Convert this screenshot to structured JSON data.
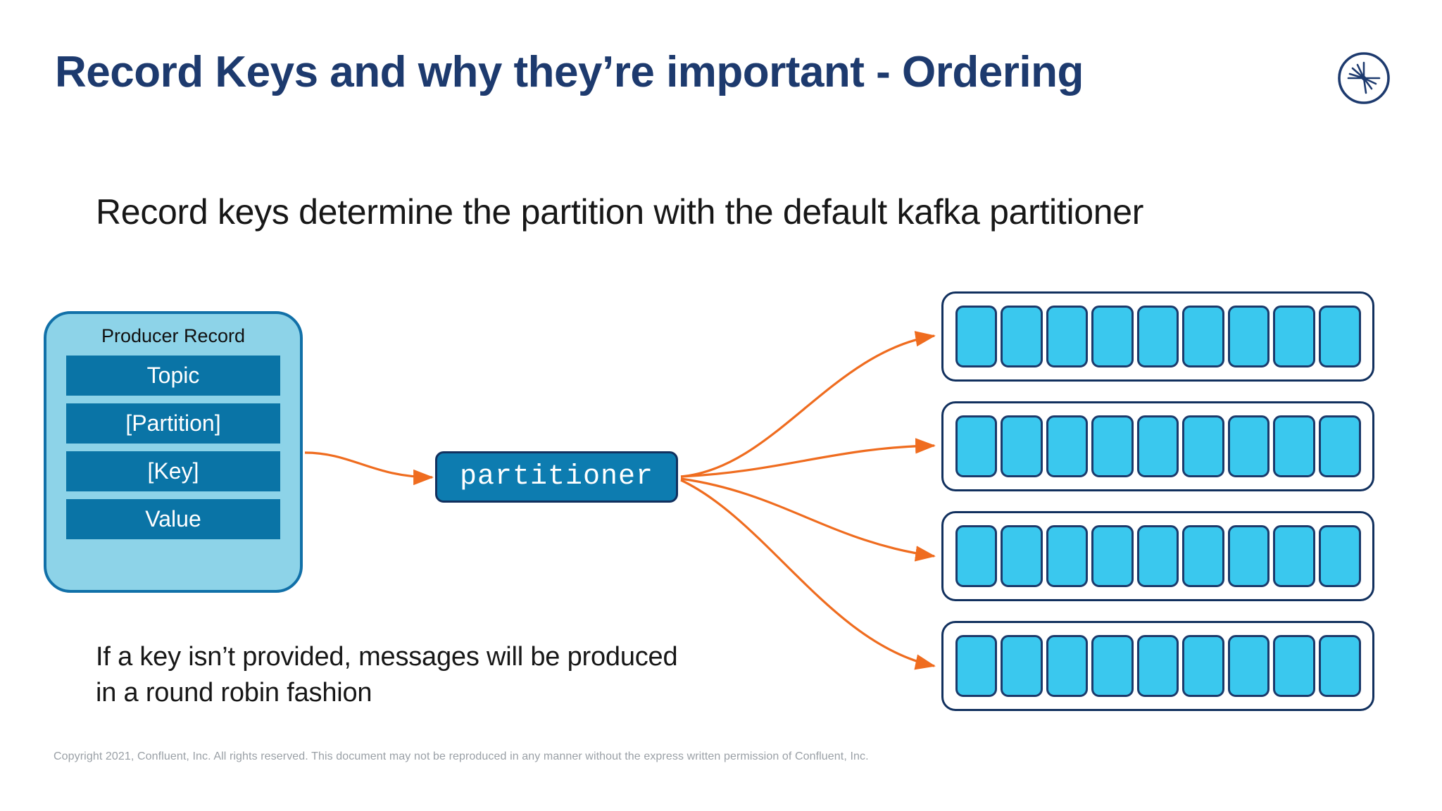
{
  "slide": {
    "title": "Record Keys and why they’re important - Ordering",
    "lead_paragraph": "Record keys determine the partition with the default kafka partitioner",
    "note_paragraph": "If a key isn’t provided, messages will be produced in a round robin fashion",
    "footer": "Copyright 2021, Confluent, Inc. All rights reserved. This document may not be reproduced in any manner without the express written permission of Confluent, Inc.",
    "logo_name": "confluent-logo"
  },
  "diagram": {
    "producer_record": {
      "title": "Producer Record",
      "fields": [
        {
          "label": "Topic"
        },
        {
          "label": "[Partition]"
        },
        {
          "label": "[Key]"
        },
        {
          "label": "Value"
        }
      ]
    },
    "partitioner": {
      "label": "partitioner"
    },
    "partitions": {
      "row_count": 4,
      "cells_per_row": 9,
      "rows": [
        {
          "index": 0,
          "cells": 9
        },
        {
          "index": 1,
          "cells": 9
        },
        {
          "index": 2,
          "cells": 9
        },
        {
          "index": 3,
          "cells": 9
        }
      ]
    },
    "arrows": {
      "input_count": 1,
      "output_count": 4
    }
  },
  "colors": {
    "title_navy": "#1d3a6e",
    "body_text": "#171717",
    "footer_gray": "#9aa0a6",
    "record_card_bg": "#8dd3e8",
    "record_card_border": "#1170a8",
    "record_field_bg": "#0a74a6",
    "partitioner_bg": "#0d7cb0",
    "partition_border": "#11305e",
    "partition_cell_bg": "#3ac8ee",
    "partition_cell_border": "#1b3a6b",
    "arrow_orange": "#ef6c1f",
    "page_bg": "#ffffff"
  }
}
